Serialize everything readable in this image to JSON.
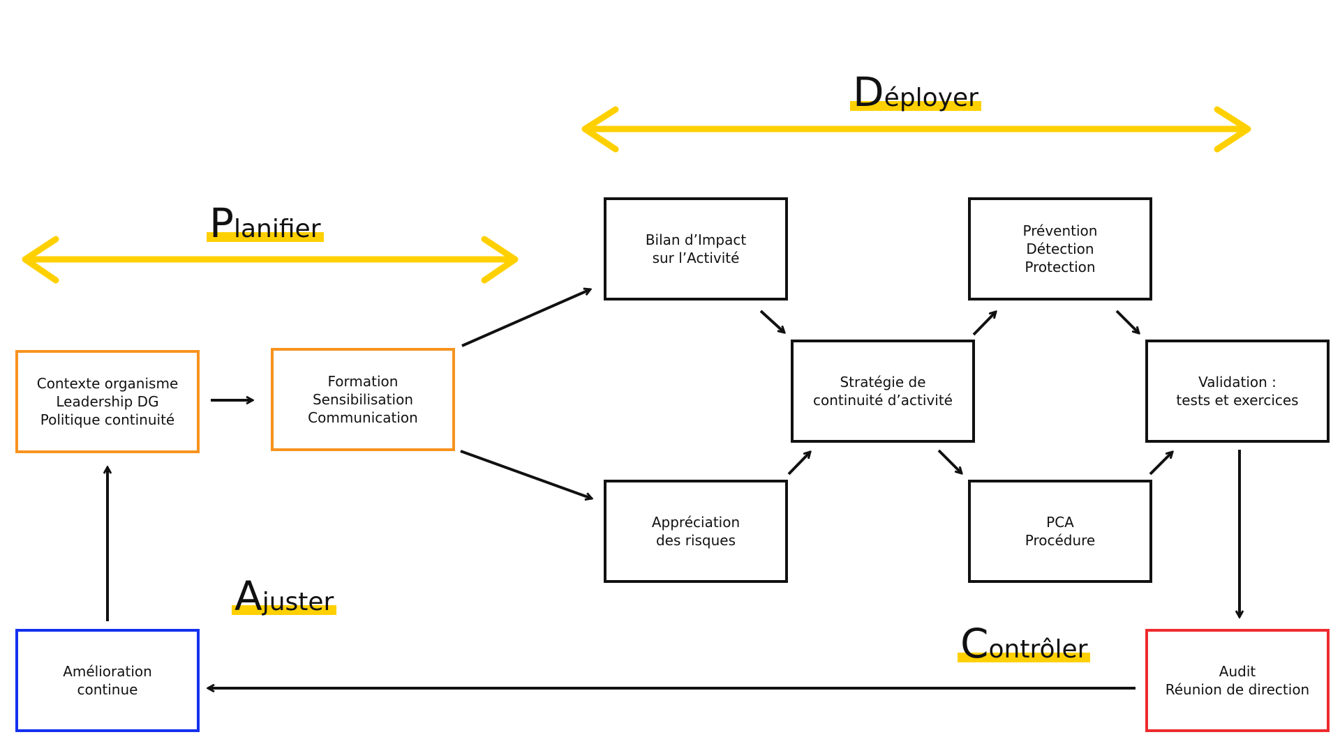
{
  "phases": {
    "planifier": {
      "first": "P",
      "rest": "lanifier"
    },
    "deployer": {
      "first": "D",
      "rest": "éployer"
    },
    "ajuster": {
      "first": "A",
      "rest": "juster"
    },
    "controler": {
      "first": "C",
      "rest": "ontrôler"
    }
  },
  "boxes": {
    "contexte": "Contexte organisme\nLeadership DG\nPolitique continuité",
    "formation": "Formation\nSensibilisation\nCommunication",
    "bilan": "Bilan d’Impact\nsur l’Activité",
    "appreciation": "Appréciation\ndes risques",
    "strategie": "Stratégie de\ncontinuité d’activité",
    "prevention": "Prévention\nDétection\nProtection",
    "pca": "PCA\nProcédure",
    "validation": "Validation :\ntests et exercices",
    "audit": "Audit\nRéunion de direction",
    "amelioration": "Amélioration\ncontinue"
  },
  "colors": {
    "highlight": "#ffd000",
    "planifier_border": "#f7931e",
    "ajuster_border": "#1430f0",
    "controler_border": "#ee2a2f",
    "default_border": "#111111"
  }
}
